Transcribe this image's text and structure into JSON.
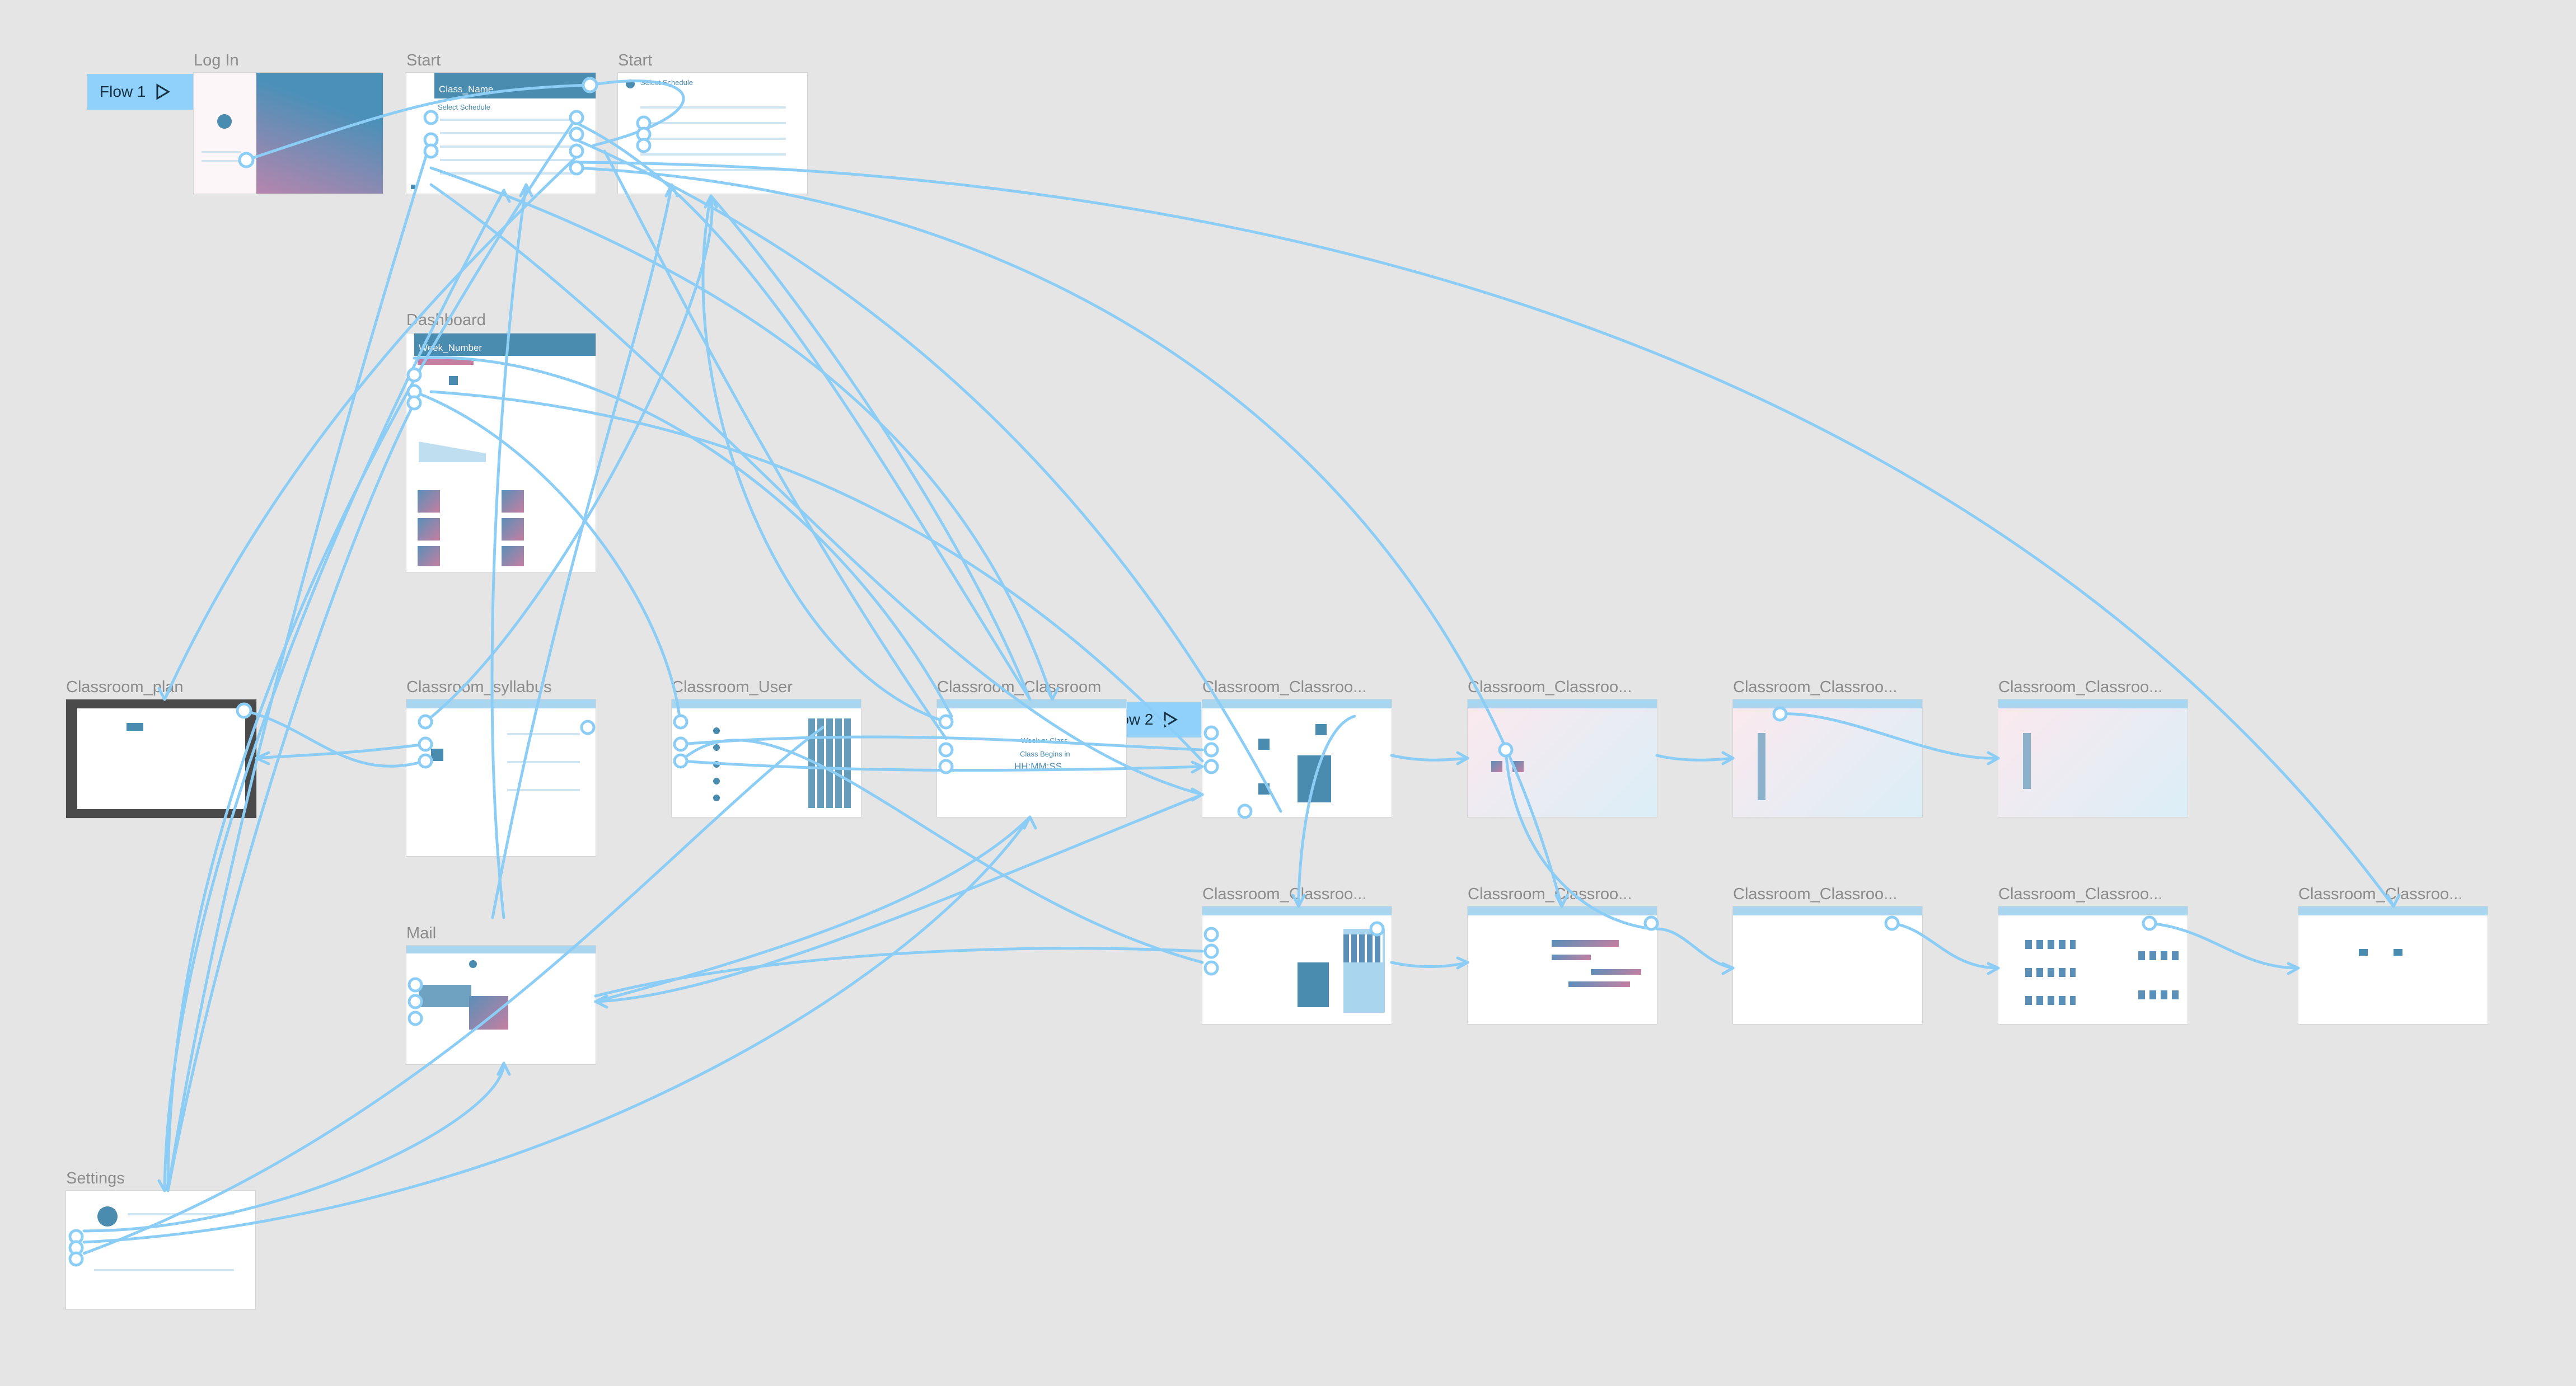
{
  "canvas": {
    "background": "#e5e5e5",
    "wire_color": "#8ccdf6"
  },
  "flows": [
    {
      "label": "Flow 1"
    },
    {
      "label": "Flow 2"
    }
  ],
  "frames": {
    "login": {
      "label": "Log In"
    },
    "start_a": {
      "label": "Start",
      "header_title": "Class_Name",
      "subtitle": "Select Schedule"
    },
    "start_b": {
      "label": "Start",
      "subtitle": "Select Schedule"
    },
    "dashboard": {
      "label": "Dashboard",
      "header_title": "Week_Number"
    },
    "classroom_plan": {
      "label": "Classroom_plan"
    },
    "classroom_syllabus": {
      "label": "Classroom_syllabus"
    },
    "classroom_user": {
      "label": "Classroom_User"
    },
    "classroom_classroom": {
      "label": "Classroom_Classroom",
      "center_lines": [
        "Week n: Class",
        "Class Begins in",
        "HH:MM:SS"
      ]
    },
    "cc_1": {
      "label": "Classroom_Classroo..."
    },
    "cc_2": {
      "label": "Classroom_Classroo..."
    },
    "cc_3": {
      "label": "Classroom_Classroo..."
    },
    "cc_4": {
      "label": "Classroom_Classroo..."
    },
    "cc_5": {
      "label": "Classroom_Classroo..."
    },
    "cc_6": {
      "label": "Classroom_Classroo..."
    },
    "cc_7": {
      "label": "Classroom_Classroo..."
    },
    "cc_8": {
      "label": "Classroom_Classroo..."
    },
    "cc_9": {
      "label": "Classroom_Classroo..."
    },
    "mail": {
      "label": "Mail"
    },
    "settings": {
      "label": "Settings"
    }
  },
  "icons": {
    "flow_play": "play-triangle-icon"
  }
}
